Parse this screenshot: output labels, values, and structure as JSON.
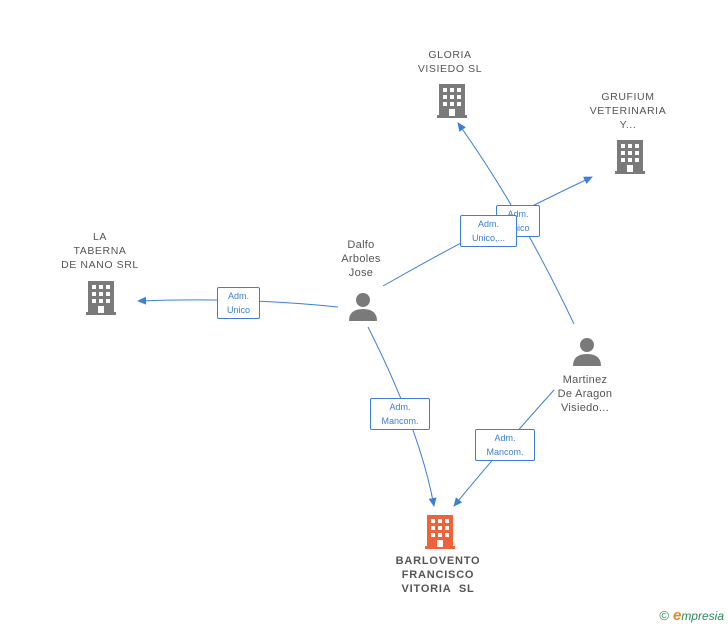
{
  "colors": {
    "edge": "#3b7fd6",
    "company": "#7a7a7a",
    "main_company": "#f0623a",
    "person": "#7a7a7a"
  },
  "nodes": {
    "gloria": {
      "lines": [
        "GLORIA",
        "VISIEDO SL"
      ],
      "icon": "building-icon"
    },
    "grufium": {
      "lines": [
        "GRUFIUM",
        "VETERINARIA",
        "Y..."
      ],
      "icon": "building-icon"
    },
    "taberna": {
      "lines": [
        "LA",
        "TABERNA",
        "DE NANO SRL"
      ],
      "icon": "building-icon"
    },
    "dalfo": {
      "lines": [
        "Dalfo",
        "Arboles",
        "Jose"
      ],
      "icon": "person-icon"
    },
    "martinez": {
      "lines": [
        "Martinez",
        "De Aragon",
        "Visiedo..."
      ],
      "icon": "person-icon"
    },
    "barlovento": {
      "lines": [
        "BARLOVENTO",
        "FRANCISCO",
        "VITORIA  SL"
      ],
      "icon": "building-icon"
    }
  },
  "edges": {
    "dalfo_taberna": [
      "Adm.",
      "Unico"
    ],
    "dalfo_grufium": [
      "Adm.",
      "Unico,..."
    ],
    "martinez_gloria": [
      "Adm.",
      "Unico"
    ],
    "dalfo_barlovento": [
      "Adm.",
      "Mancom."
    ],
    "martinez_barlovento": [
      "Adm.",
      "Mancom."
    ]
  },
  "footer": {
    "copyright": "©",
    "brand_initial": "e",
    "brand_rest": "mpresia"
  }
}
